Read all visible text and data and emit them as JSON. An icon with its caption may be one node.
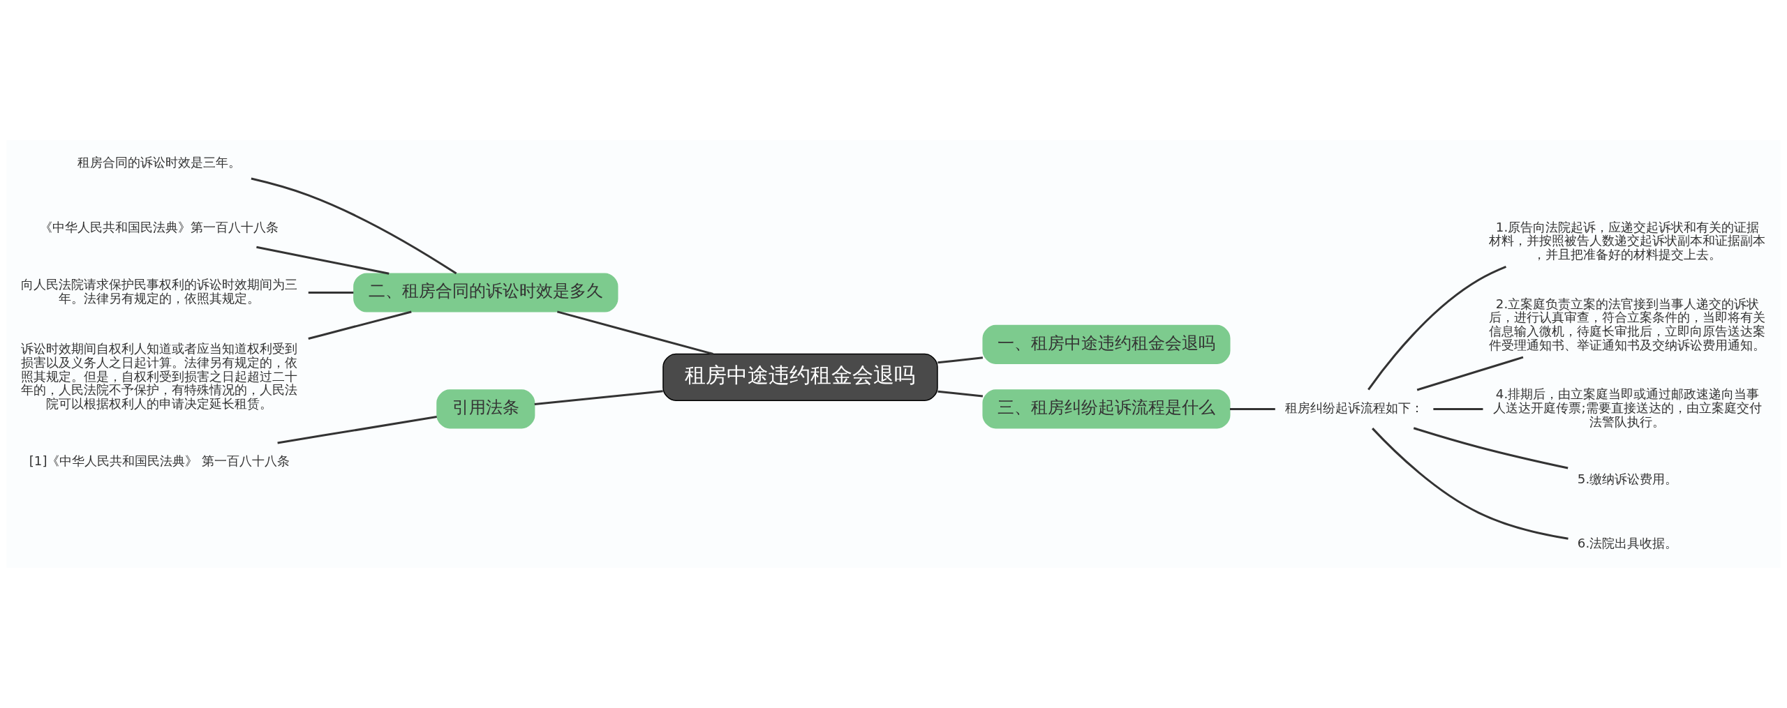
{
  "diagram": {
    "nodes": [
      {
        "text": [
          "租房中途违约租金会退吗"
        ]
      },
      {
        "text": [
          "二、租房合同的诉讼时效是多久"
        ]
      },
      {
        "text": [
          "引用法条"
        ]
      },
      {
        "text": [
          "一、租房中途违约租金会退吗"
        ]
      },
      {
        "text": [
          "三、租房纠纷起诉流程是什么"
        ]
      },
      {
        "text": [
          "租房合同的诉讼时效是三年。"
        ]
      },
      {
        "text": [
          "《中华人民共和国民法典》第一百八十八条"
        ]
      },
      {
        "text": [
          "向人民法院请求保护民事权利的诉讼时效期间为三年。法律另有规定的，依照其规定。"
        ]
      },
      {
        "text": [
          "诉讼时效期间自权利人知道或者应当知道权利受到损害以及义务人之日起计算。法律另有规定的，依照其规定。但是，自权利受到损害之日起超过二十年的，人民法院不予保护，有特殊情况的，人民法院可以根据权利人的申请决定延长租赁。"
        ]
      },
      {
        "text": [
          "[1]《中华人民共和国民法典》 第一百八十八条"
        ]
      },
      {
        "text": [
          "租房纠纷起诉流程如下："
        ]
      },
      {
        "text": [
          "1.原告向法院起诉，应递交起诉状和有关的证据材料，并按照被告人数递交起诉状副本和证据副本，并且把准备好的材料提交上去。"
        ]
      },
      {
        "text": [
          "2.立案庭负责立案的法官接到当事人递交的诉状后，进行认真审查，符合立案条件的，当即将有关信息输入微机，待庭长审批后，立即向原告送达案件受理通知书、举证通知书及交纳诉讼费用通知。"
        ]
      },
      {
        "text": [
          "4.排期后，由立案庭当即或通过邮政速递向当事人送达开庭传票;需要直接送达的，由立案庭交付法警队执行。"
        ]
      },
      {
        "text": [
          "5.缴纳诉讼费用。"
        ]
      },
      {
        "text": [
          "6.法院出具收据。"
        ]
      }
    ],
    "edges": [
      {
        "from": 0,
        "to": 1,
        "arrow": "none"
      },
      {
        "from": 0,
        "to": 2,
        "arrow": "none"
      },
      {
        "from": 0,
        "to": 3,
        "arrow": "none"
      },
      {
        "from": 0,
        "to": 4,
        "arrow": "none"
      },
      {
        "from": 1,
        "to": 5,
        "arrow": "none"
      },
      {
        "from": 1,
        "to": 6,
        "arrow": "none"
      },
      {
        "from": 1,
        "to": 7,
        "arrow": "none"
      },
      {
        "from": 1,
        "to": 8,
        "arrow": "none"
      },
      {
        "from": 2,
        "to": 9,
        "arrow": "none"
      },
      {
        "from": 4,
        "to": 10,
        "arrow": "none"
      },
      {
        "from": 10,
        "to": 11,
        "arrow": "none"
      },
      {
        "from": 10,
        "to": 12,
        "arrow": "none"
      },
      {
        "from": 10,
        "to": 13,
        "arrow": "none"
      },
      {
        "from": 10,
        "to": 14,
        "arrow": "none"
      },
      {
        "from": 10,
        "to": 15,
        "arrow": "none"
      }
    ]
  }
}
